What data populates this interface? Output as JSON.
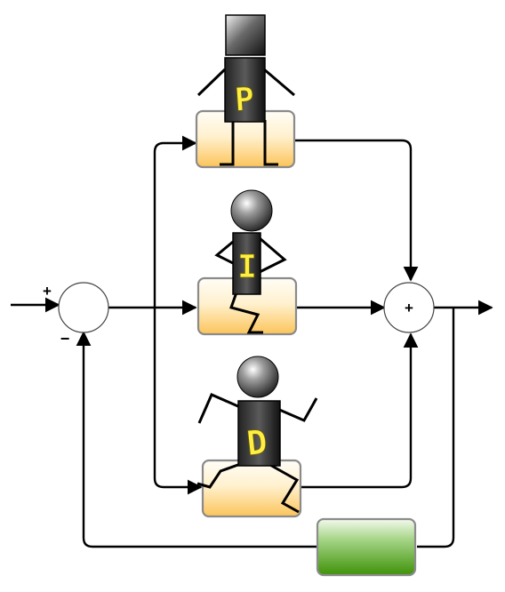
{
  "summing_junction_1": {
    "plus_sign": "+",
    "minus_sign": "−"
  },
  "summing_junction_2": {
    "symbol": "+"
  },
  "blocks": {
    "p": {
      "letter": "P"
    },
    "i": {
      "letter": "I"
    },
    "d": {
      "letter": "D"
    }
  },
  "colors": {
    "line": "#000000",
    "block_top": "#fffbf0",
    "block_bottom": "#fcc45a",
    "block_border": "#8a8a8a",
    "letter": "#ffee44",
    "plant_top": "#e9f5df",
    "plant_bottom": "#3f9208"
  }
}
